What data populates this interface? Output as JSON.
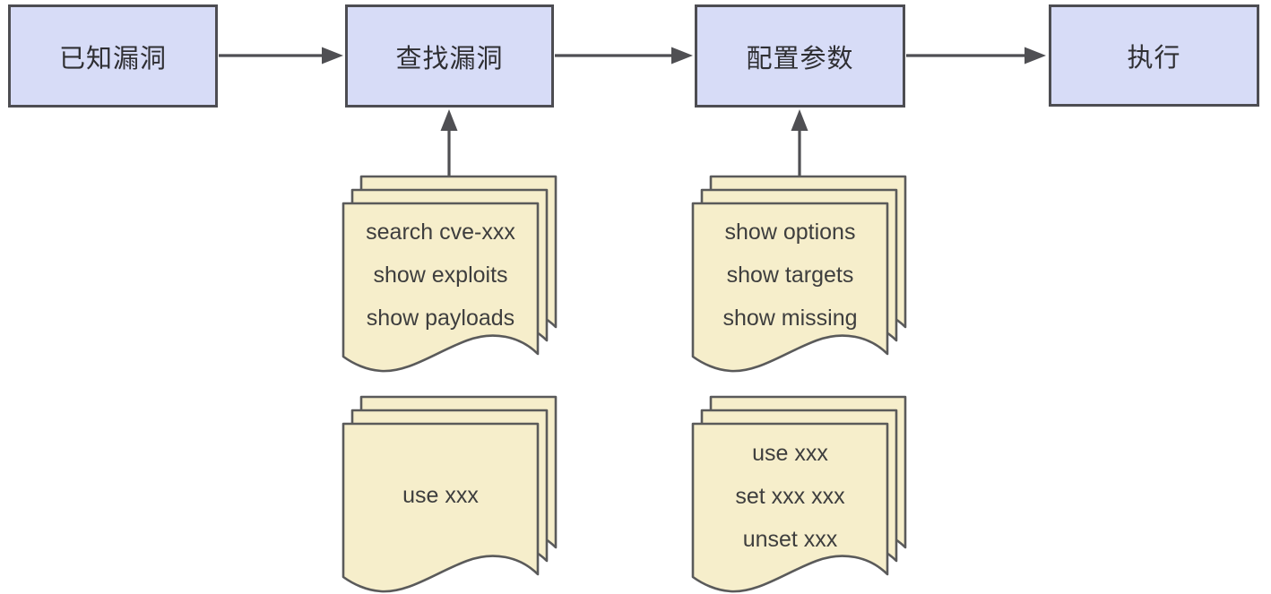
{
  "diagram": {
    "colors": {
      "page_bg": "#ffffff",
      "box_fill": "#d7dcf7",
      "box_border": "#4d4d52",
      "box_text": "#2f2f33",
      "doc_fill": "#f6eecb",
      "doc_border": "#5a5a5a",
      "doc_text": "#3e3e3e",
      "arrow": "#4f4f53"
    },
    "flow_boxes": [
      {
        "label": "已知漏洞"
      },
      {
        "label": "查找漏洞"
      },
      {
        "label": "配置参数"
      },
      {
        "label": "执行"
      }
    ],
    "edges": [
      {
        "from": "已知漏洞",
        "to": "查找漏洞",
        "type": "arrow-right"
      },
      {
        "from": "查找漏洞",
        "to": "配置参数",
        "type": "arrow-right"
      },
      {
        "from": "配置参数",
        "to": "执行",
        "type": "arrow-right"
      },
      {
        "from": "doc-stack-1",
        "to": "查找漏洞",
        "type": "arrow-up"
      },
      {
        "from": "doc-stack-3",
        "to": "配置参数",
        "type": "arrow-up"
      }
    ],
    "doc_stacks": [
      {
        "id": "doc-stack-1",
        "attached_to": "查找漏洞",
        "lines": [
          "search cve-xxx",
          "show exploits",
          "show payloads"
        ]
      },
      {
        "id": "doc-stack-2",
        "attached_to": "查找漏洞",
        "lines": [
          "use xxx"
        ]
      },
      {
        "id": "doc-stack-3",
        "attached_to": "配置参数",
        "lines": [
          "show options",
          "show targets",
          "show missing"
        ]
      },
      {
        "id": "doc-stack-4",
        "attached_to": "配置参数",
        "lines": [
          "use xxx",
          "set xxx xxx",
          "unset xxx"
        ]
      }
    ]
  }
}
